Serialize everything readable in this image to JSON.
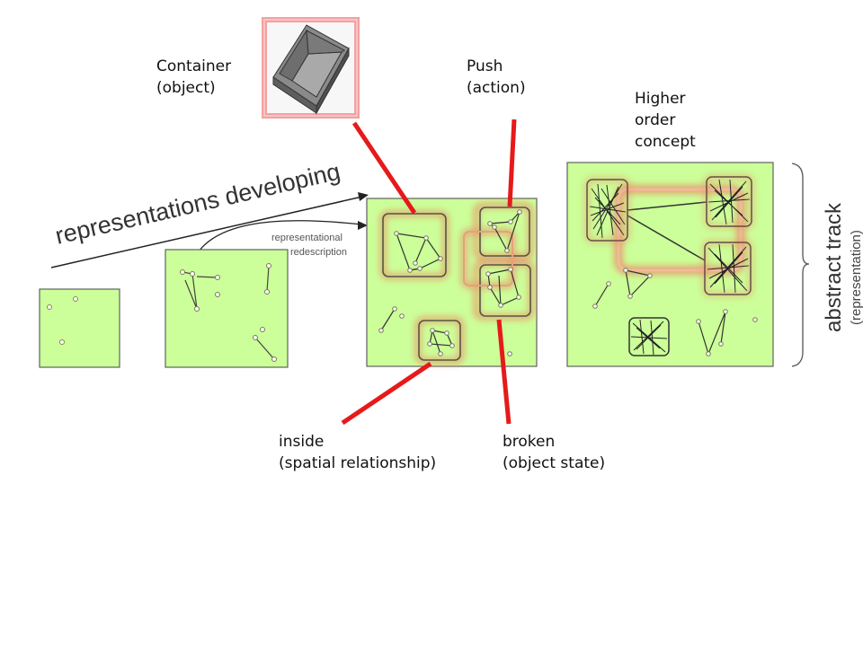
{
  "labels": {
    "container": "Container\n(object)",
    "push": "Push\n(action)",
    "higher_order": "Higher\norder\nconcept",
    "inside": "inside\n(spatial relationship)",
    "broken": "broken\n(object state)"
  },
  "diagram": {
    "arrow_text": "representations developing",
    "redescription_text_1": "representational",
    "redescription_text_2": "redescription",
    "side_title": "abstract track",
    "side_subtitle": "(representation)"
  },
  "icons": {
    "container_image": "open-box-icon"
  },
  "colors": {
    "panel_fill": "#ccff99",
    "panel_stroke": "#606060",
    "highlight": "#e8a07a",
    "connector": "#e61a1a"
  }
}
